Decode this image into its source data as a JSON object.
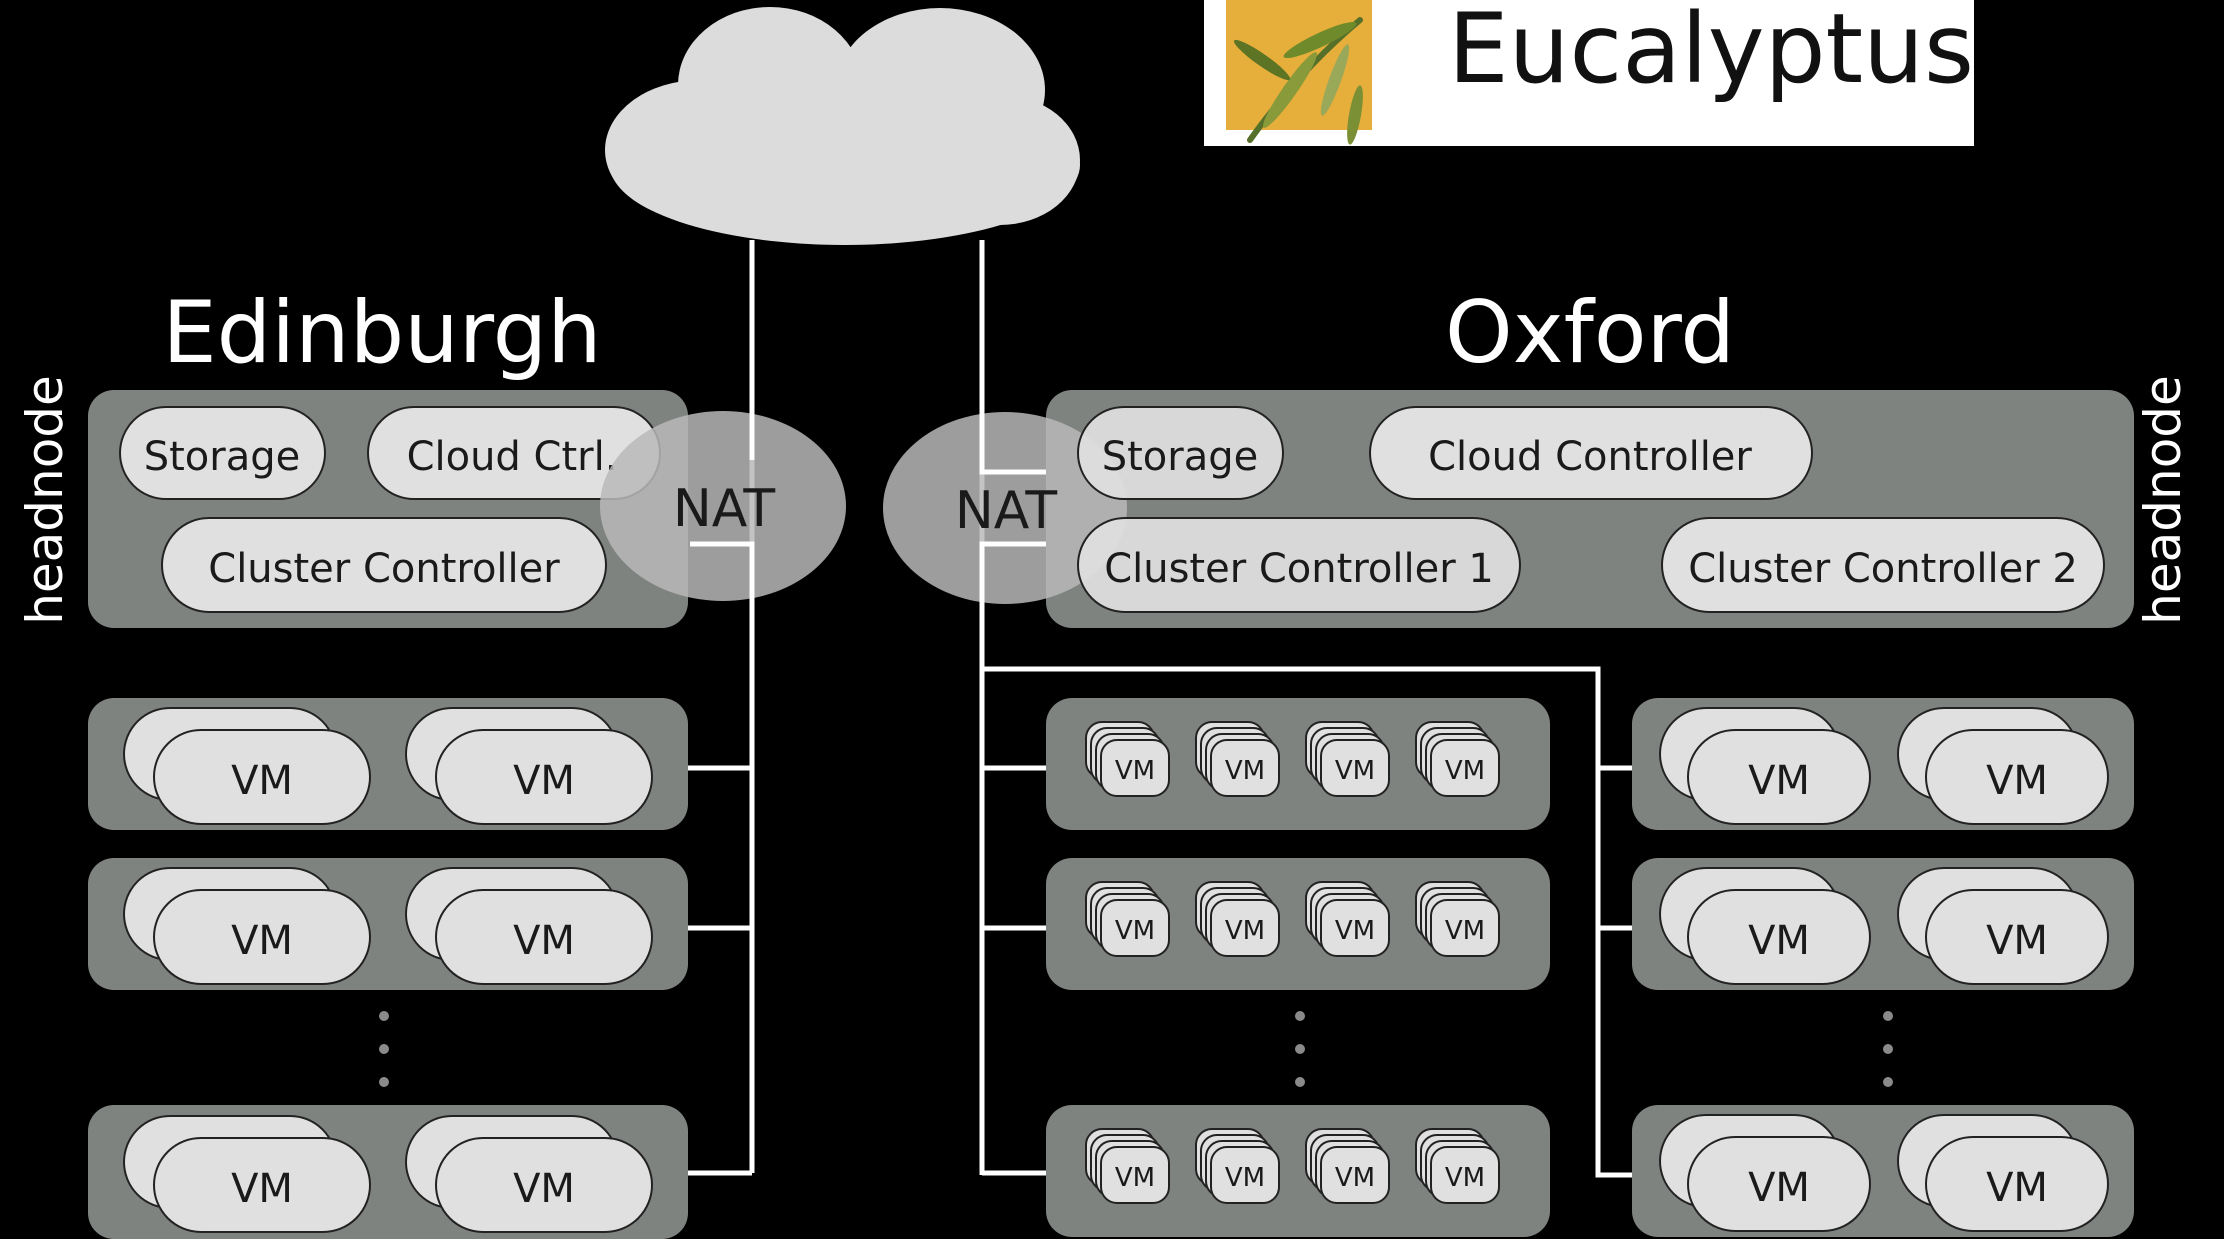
{
  "logo": {
    "text": "Eucalyptus",
    "leaf_color": "#6f8a2a",
    "bg_color": "#e6ae3b"
  },
  "sites": {
    "edinburgh": {
      "title": "Edinburgh",
      "side_label": "headnode",
      "nat_label": "NAT",
      "headnode": {
        "storage": "Storage",
        "cloud_ctrl": "Cloud Ctrl.",
        "cluster_ctrl": "Cluster Controller"
      },
      "vm_label": "VM",
      "vm_rows_shown": 3
    },
    "oxford": {
      "title": "Oxford",
      "side_label": "headnode",
      "nat_label": "NAT",
      "headnode": {
        "storage": "Storage",
        "cloud_ctrl": "Cloud Controller",
        "cluster_ctrl_1": "Cluster Controller 1",
        "cluster_ctrl_2": "Cluster Controller 2"
      },
      "vm_label": "VM",
      "cluster1_rows_shown": 3,
      "cluster2_rows_shown": 3
    }
  },
  "colors": {
    "background": "#000000",
    "panel": "#7f8380",
    "pill": "#e0e0e0",
    "cloud": "#dcdcdc",
    "nat": "#bdbdbd",
    "line": "#ffffff",
    "text": "#1a1a1a"
  }
}
